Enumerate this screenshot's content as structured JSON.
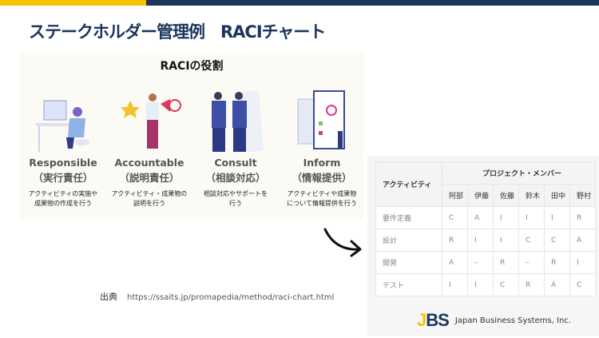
{
  "title": "ステークホルダー管理例　RACIチャート",
  "roles": {
    "heading": "RACIの役割",
    "items": [
      {
        "en": "Responsible",
        "jp": "（実行責任）",
        "desc1": "アクティビティの実施や",
        "desc2": "成果物の作成を行う"
      },
      {
        "en": "Accountable",
        "jp": "（説明責任）",
        "desc1": "アクティビティ・成果物の",
        "desc2": "説明を行う"
      },
      {
        "en": "Consult",
        "jp": "（相談対応）",
        "desc1": "相談対応やサポートを",
        "desc2": "行う"
      },
      {
        "en": "Inform",
        "jp": "（情報提供）",
        "desc1": "アクティビティや成果物",
        "desc2": "について情報提供を行う"
      }
    ]
  },
  "table": {
    "activity_header": "アクティビティ",
    "group_header": "プロジェクト・メンバー",
    "members": [
      "阿部",
      "伊藤",
      "佐藤",
      "鈴木",
      "田中",
      "野村"
    ],
    "rows": [
      {
        "activity": "要件定義",
        "cells": [
          "C",
          "A",
          "I",
          "I",
          "I",
          "R"
        ]
      },
      {
        "activity": "設計",
        "cells": [
          "R",
          "I",
          "I",
          "C",
          "C",
          "A"
        ]
      },
      {
        "activity": "開発",
        "cells": [
          "A",
          "–",
          "R",
          "–",
          "R",
          "I"
        ]
      },
      {
        "activity": "テスト",
        "cells": [
          "I",
          "I",
          "C",
          "R",
          "A",
          "C"
        ]
      }
    ]
  },
  "source": {
    "label": "出典",
    "url": "https://ssaits.jp/promapedia/method/raci-chart.html"
  },
  "logo": {
    "mark": "JBS",
    "company": "Japan Business Systems, Inc."
  },
  "colors": {
    "navy": "#1b355d",
    "yellow": "#f5c400"
  }
}
